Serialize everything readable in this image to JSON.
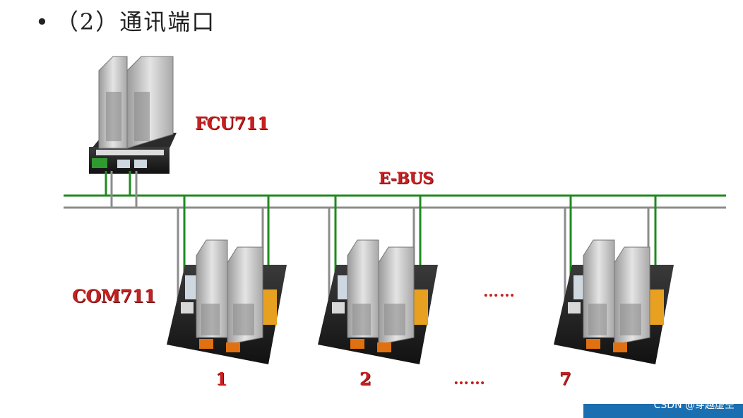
{
  "title": {
    "bullet": "•",
    "text": "（2）通讯端口"
  },
  "labels": {
    "fcu": "FCU711",
    "bus": "E-BUS",
    "com": "COM711",
    "dots_between": "……",
    "dots_bottom": "……"
  },
  "nodes": [
    {
      "number": "1"
    },
    {
      "number": "2"
    },
    {
      "number": "7"
    }
  ],
  "watermark": "CSDN @穿越虚空",
  "colors": {
    "bus_green": "#1f8a1f",
    "bus_gray": "#8c8c8c",
    "label_red": "#c62020"
  }
}
